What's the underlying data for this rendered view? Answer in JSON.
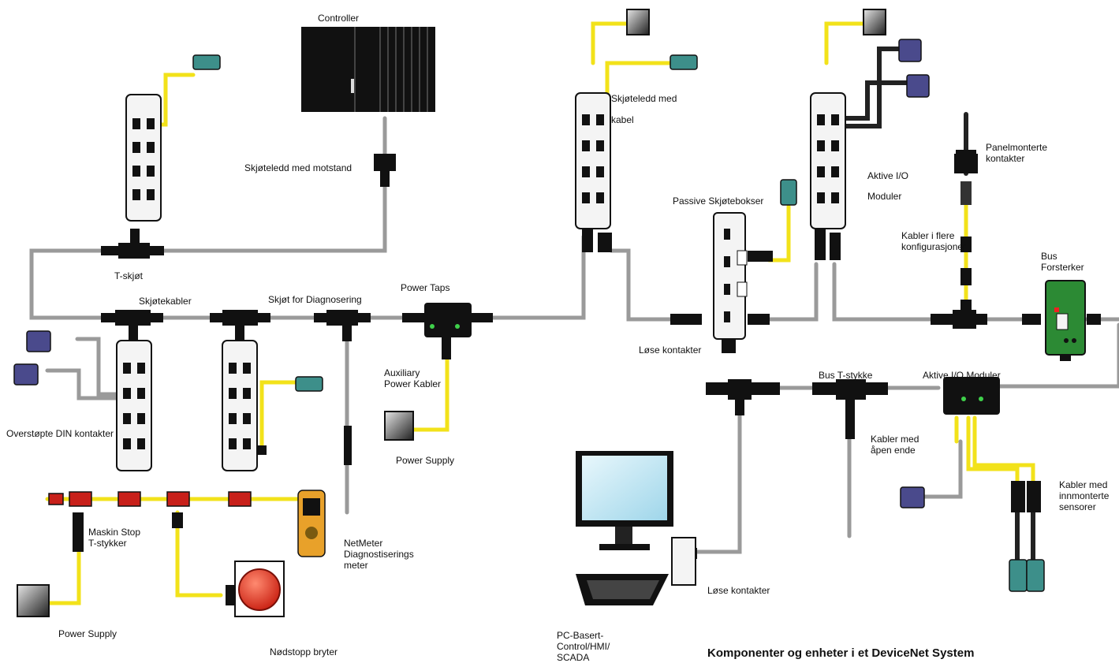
{
  "title": "Komponenter og enheter i et DeviceNet System",
  "labels": {
    "controller": "Controller",
    "skjoteledd_motstand": "Skjøteledd med motstand",
    "t_skjot": "T-skjøt",
    "skjotekabler": "Skjøtekabler",
    "skjot_diagnosering": "Skjøt for Diagnosering",
    "power_taps": "Power Taps",
    "auxiliary": "Auxiliary\nPower Kabler",
    "power_supply_mid": "Power Supply",
    "overstopte_din": "Overstøpte DIN kontakter",
    "maskin_stop": "Maskin Stop\nT-stykker",
    "netmeter": "NetMeter\nDiagnostiserings\nmeter",
    "power_supply_left": "Power Supply",
    "nodstopp": "Nødstopp bryter",
    "skjoteledd_kabel_1": "Skjøteledd med",
    "skjoteledd_kabel_2": "kabel",
    "passive": "Passive Skjøtebokser",
    "lose_kontakter_top": "Løse kontakter",
    "aktive_io_1": "Aktive I/O",
    "aktive_io_2": "Moduler",
    "panelmonterte": "Panelmonterte\nkontakter",
    "kabler_flere": "Kabler i flere\nkonfigurasjoner",
    "bus_forsterker": "Bus\nForsterker",
    "bus_t": "Bus T-stykke",
    "aktive_io_bus": "Aktive I/O Moduler",
    "kabler_open": "Kabler med\nåpen ende",
    "kabler_innmonterte": "Kabler med\ninnmonterte\nsensorer",
    "lose_kontakter_bottom": "Løse kontakter",
    "pc": "PC-Basert-\nControl/HMI/\nSCADA"
  },
  "colors": {
    "cable_gray": "#9a9a9a",
    "cable_yellow": "#f2e21a",
    "connector": "#111111",
    "module_body": "#f4f4f4",
    "estop_red": "#e2301c",
    "repeater_green": "#2c8a34",
    "din_blue": "#4a4a8c",
    "sensor_teal": "#3d8f8a",
    "meter_orange": "#e8a12a",
    "monitor_blue": "#bfe6f5",
    "tee_red": "#c8201a"
  }
}
